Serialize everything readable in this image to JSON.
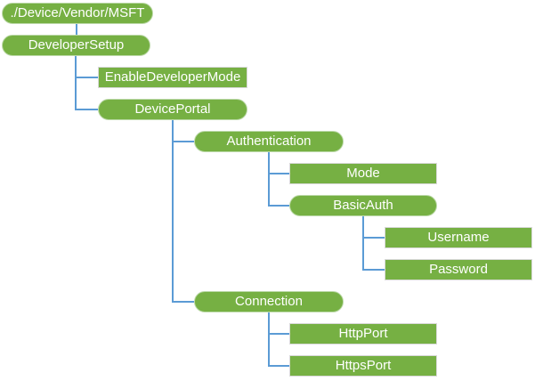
{
  "diagram": {
    "type": "tree",
    "description": "Configuration service provider node hierarchy",
    "colors": {
      "node_fill": "#76b043",
      "pill_border": "#bcd9a9",
      "rect_border": "#d9d9d9",
      "connector": "#5b9bd5",
      "text": "#ffffff",
      "background": "#ffffff"
    },
    "nodes": [
      {
        "id": "root",
        "label": "./Device/Vendor/MSFT",
        "shape": "pill",
        "level": 0
      },
      {
        "id": "developer-setup",
        "label": "DeveloperSetup",
        "shape": "pill",
        "level": 0
      },
      {
        "id": "enable-developer-mode",
        "label": "EnableDeveloperMode",
        "shape": "rect",
        "level": 1
      },
      {
        "id": "device-portal",
        "label": "DevicePortal",
        "shape": "pill",
        "level": 1
      },
      {
        "id": "authentication",
        "label": "Authentication",
        "shape": "pill",
        "level": 2
      },
      {
        "id": "mode",
        "label": "Mode",
        "shape": "rect",
        "level": 3
      },
      {
        "id": "basic-auth",
        "label": "BasicAuth",
        "shape": "pill",
        "level": 3
      },
      {
        "id": "username",
        "label": "Username",
        "shape": "rect",
        "level": 4
      },
      {
        "id": "password",
        "label": "Password",
        "shape": "rect",
        "level": 4
      },
      {
        "id": "connection",
        "label": "Connection",
        "shape": "pill",
        "level": 2
      },
      {
        "id": "http-port",
        "label": "HttpPort",
        "shape": "rect",
        "level": 3
      },
      {
        "id": "https-port",
        "label": "HttpsPort",
        "shape": "rect",
        "level": 3
      }
    ],
    "hierarchy": {
      "./Device/Vendor/MSFT": {
        "DeveloperSetup": {
          "EnableDeveloperMode": {},
          "DevicePortal": {
            "Authentication": {
              "Mode": {},
              "BasicAuth": {
                "Username": {},
                "Password": {}
              }
            },
            "Connection": {
              "HttpPort": {},
              "HttpsPort": {}
            }
          }
        }
      }
    }
  }
}
